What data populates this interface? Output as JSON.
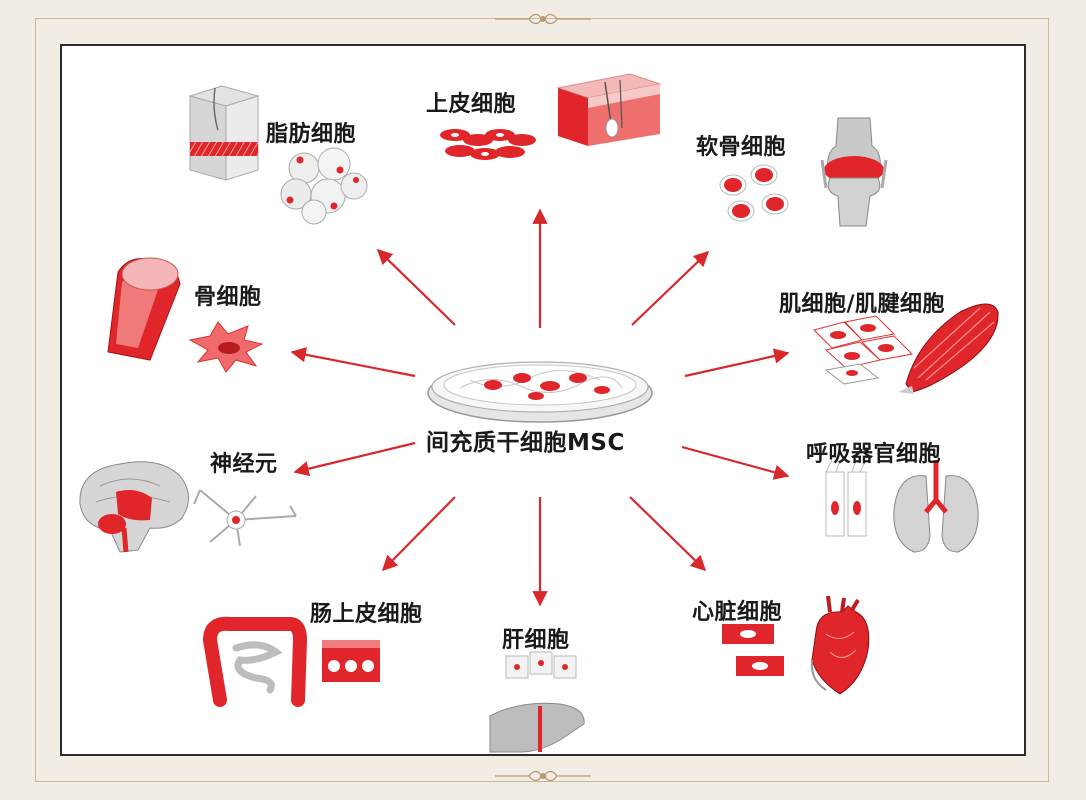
{
  "center": {
    "label": "间充质干细胞MSC"
  },
  "cells": {
    "epithelial": "上皮细胞",
    "adipocyte": "脂肪细胞",
    "chondrocyte": "软骨细胞",
    "osteocyte": "骨细胞",
    "muscle_tendon": "肌细胞/肌腱细胞",
    "neuron": "神经元",
    "respiratory": "呼吸器官细胞",
    "intestinal": "肠上皮细胞",
    "liver": "肝细胞",
    "cardiac": "心脏细胞"
  },
  "colors": {
    "accent": "#e0262a",
    "arrow": "#d8282c",
    "tissue_gray": "#c9c9c9",
    "frame": "#cdb79a"
  }
}
